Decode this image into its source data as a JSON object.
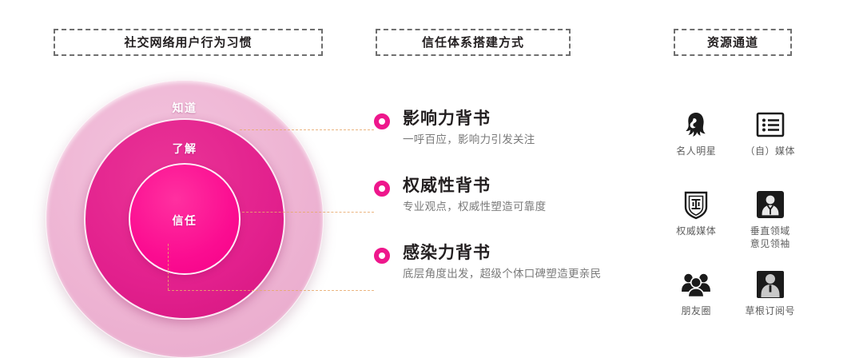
{
  "columns": {
    "behaviour": {
      "title": "社交网络用户行为习惯"
    },
    "trust": {
      "title": "信任体系搭建方式"
    },
    "resource": {
      "title": "资源通道"
    }
  },
  "rings": {
    "outer": {
      "label": "知道",
      "color": "#eeb4d3"
    },
    "middle": {
      "label": "了解",
      "color": "#e2208d"
    },
    "inner": {
      "label": "信任",
      "color": "#fb0d91"
    }
  },
  "trust_items": [
    {
      "title": "影响力背书",
      "subtitle": "一呼百应，影响力引发关注",
      "bullet_color": "#ee178c"
    },
    {
      "title": "权威性背书",
      "subtitle": "专业观点，权威性塑造可靠度",
      "bullet_color": "#ee178c"
    },
    {
      "title": "感染力背书",
      "subtitle": "底层角度出发，超级个体口碑塑造更亲民",
      "bullet_color": "#ee178c"
    }
  ],
  "resources": [
    {
      "label": "名人明星",
      "icon": "celebrity-icon"
    },
    {
      "label": "（自）媒体",
      "icon": "media-list-icon"
    },
    {
      "label": "权威媒体",
      "icon": "authority-badge-icon"
    },
    {
      "label": "垂直领域\n意见领袖",
      "icon": "key-opinion-leader-icon"
    },
    {
      "label": "朋友圈",
      "icon": "friends-group-icon"
    },
    {
      "label": "草根订阅号",
      "icon": "grassroots-account-icon"
    }
  ],
  "connector_color": "#e8a96a"
}
